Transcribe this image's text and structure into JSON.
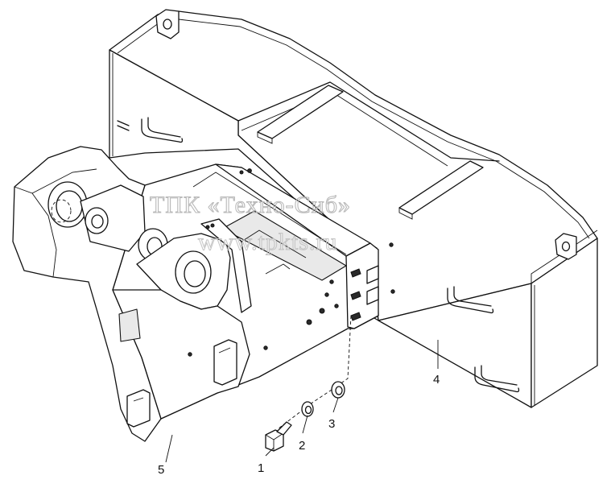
{
  "watermark": {
    "line1": "ТПК «Техно-Сиб»",
    "line2": "www.tpkts.ru"
  },
  "callouts": [
    {
      "label": "1",
      "part": "bolt"
    },
    {
      "label": "2",
      "part": "lock washer"
    },
    {
      "label": "3",
      "part": "flat washer"
    },
    {
      "label": "4",
      "part": "counterweight"
    },
    {
      "label": "5",
      "part": "rear frame"
    }
  ]
}
